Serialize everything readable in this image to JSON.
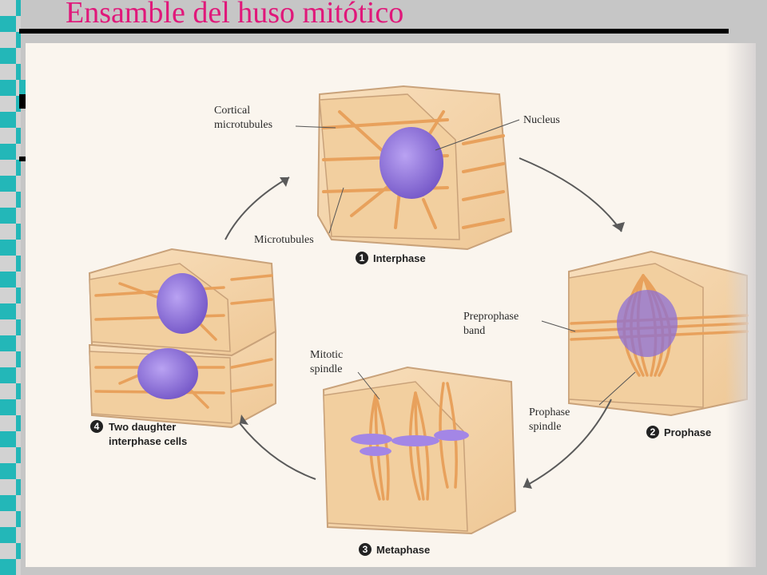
{
  "slide": {
    "title": "Ensamble del huso mitótico"
  },
  "figure": {
    "labels": {
      "cortical_microtubules_1": "Cortical",
      "cortical_microtubules_2": "microtubules",
      "nucleus": "Nucleus",
      "microtubules": "Microtubules",
      "preprophase_band_1": "Preprophase",
      "preprophase_band_2": "band",
      "prophase_spindle_1": "Prophase",
      "prophase_spindle_2": "spindle",
      "mitotic_spindle_1": "Mitotic",
      "mitotic_spindle_2": "spindle"
    },
    "stages": [
      {
        "number": "1",
        "name": "Interphase"
      },
      {
        "number": "2",
        "name": "Prophase"
      },
      {
        "number": "3",
        "name": "Metaphase"
      },
      {
        "number": "4",
        "name_line1": "Two daughter",
        "name_line2": "interphase cells"
      }
    ]
  },
  "colors": {
    "title": "#e0187a",
    "accent_strip": "#23b7b8",
    "cell_wall": "#f5d7ae",
    "microtubule": "#e8a15c",
    "nucleus": "#8c6fd6",
    "chromosome": "#a386e6"
  }
}
